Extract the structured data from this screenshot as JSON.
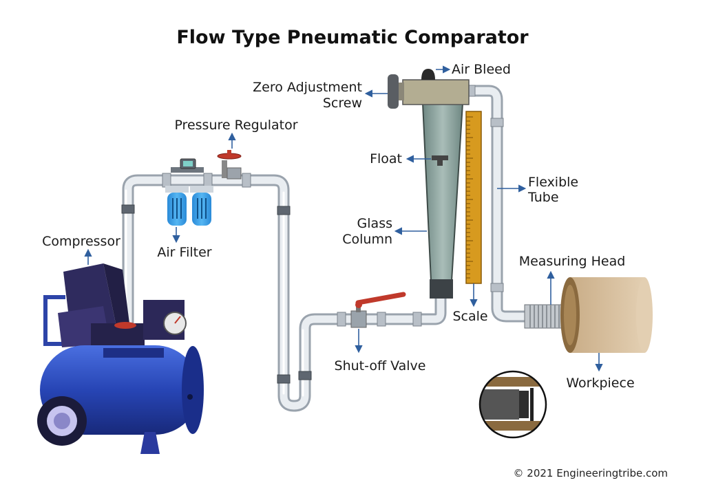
{
  "title": "Flow Type Pneumatic Comparator",
  "labels": {
    "air_bleed": "Air Bleed",
    "zero_adjustment_1": "Zero Adjustment",
    "zero_adjustment_2": "Screw",
    "pressure_regulator": "Pressure Regulator",
    "float": "Float",
    "flexible_1": "Flexible",
    "flexible_2": "Tube",
    "glass_1": "Glass",
    "glass_2": "Column",
    "compressor": "Compressor",
    "air_filter": "Air Filter",
    "measuring_head": "Measuring Head",
    "scale": "Scale",
    "shutoff_valve": "Shut-off Valve",
    "workpiece": "Workpiece"
  },
  "copyright": "© 2021 Engineeringtribe.com",
  "colors": {
    "arrow": "#2f5f9e",
    "tank": "#2747b8",
    "column": "#8fa6a0",
    "scale": "#d79a1f",
    "workpiece": "#d9c3a5",
    "valve": "#c0392b"
  }
}
